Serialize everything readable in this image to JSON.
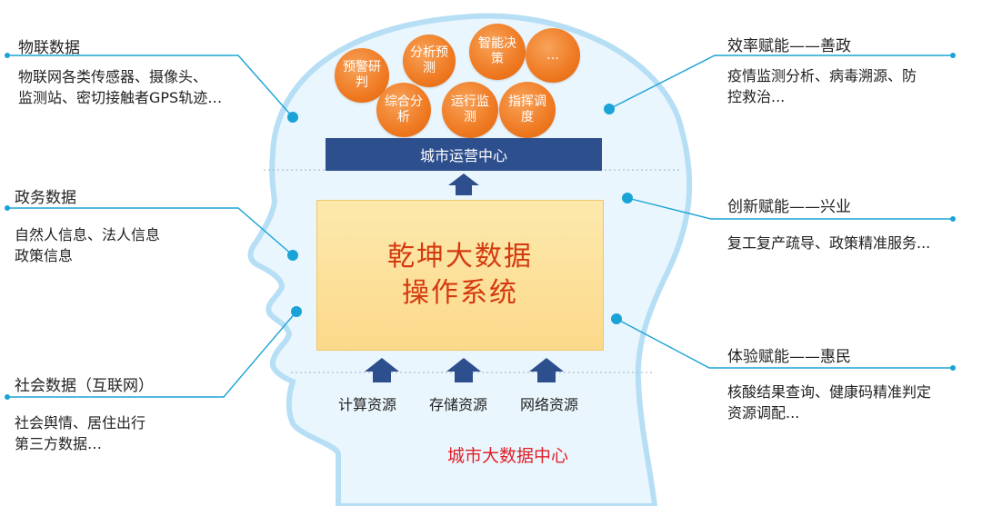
{
  "left_nodes": [
    {
      "title": "物联数据",
      "desc": [
        "物联网各类传感器、摄像头、",
        "监测站、密切接触者GPS轨迹…"
      ]
    },
    {
      "title": "政务数据",
      "desc": [
        "自然人信息、法人信息",
        "政策信息"
      ]
    },
    {
      "title": "社会数据（互联网）",
      "desc": [
        "社会舆情、居住出行",
        "第三方数据…"
      ]
    }
  ],
  "right_nodes": [
    {
      "title": "效率赋能——善政",
      "desc": [
        "疫情监测分析、病毒溯源、防",
        "控救治..."
      ]
    },
    {
      "title": "创新赋能——兴业",
      "desc": [
        "复工复产疏导、政策精准服务..."
      ]
    },
    {
      "title": "体验赋能——惠民",
      "desc": [
        "核酸结果查询、健康码精准判定",
        "资源调配..."
      ]
    }
  ],
  "functions": [
    "预警研判",
    "分析预测",
    "智能决策",
    "…",
    "综合分析",
    "运行监测",
    "指挥调度"
  ],
  "hub_label": "城市运营中心",
  "os_label": [
    "乾坤大数据",
    "操作系统"
  ],
  "resources": [
    "计算资源",
    "存储资源",
    "网络资源"
  ],
  "center_label": "城市大数据中心",
  "colors": {
    "hub": "#2e4f8e",
    "accent": "#ef7a22",
    "os_text": "#d43a10",
    "connector": "#1aa3d6",
    "head_fill": "#eaf6fd",
    "head_stroke": "#b6def5"
  }
}
